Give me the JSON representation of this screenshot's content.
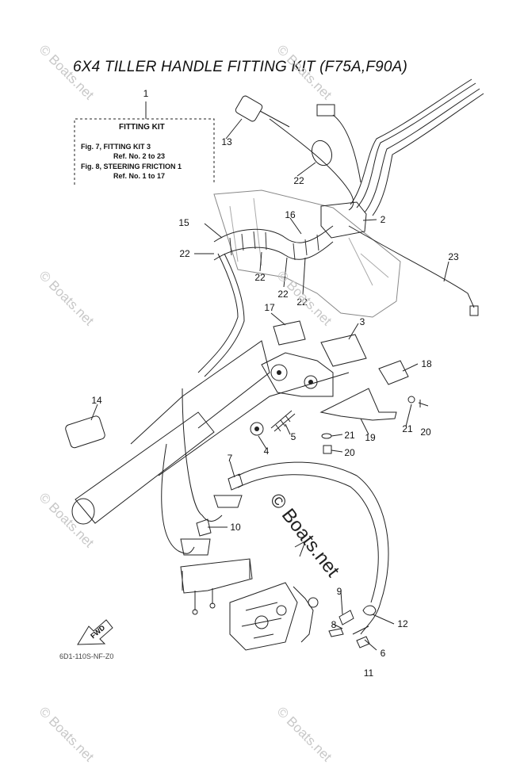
{
  "title": "6X4 TILLER HANDLE FITTING KIT (F75A,F90A)",
  "fitting_kit": {
    "heading": "FITTING KIT",
    "lines": [
      "Fig. 7, FITTING KIT 3",
      "Ref. No. 2 to 23",
      "Fig. 8, STEERING FRICTION 1",
      "Ref. No. 1 to 17"
    ]
  },
  "callouts": [
    "1",
    "2",
    "3",
    "4",
    "5",
    "6",
    "7",
    "8",
    "9",
    "10",
    "11",
    "12",
    "13",
    "14",
    "15",
    "16",
    "17",
    "18",
    "19",
    "20",
    "20",
    "21",
    "21",
    "22",
    "22",
    "22",
    "22",
    "22",
    "23"
  ],
  "watermark": "© Boats.net",
  "big_watermark": "© Boats.net",
  "fwd_label": "FWD",
  "drawing_code": "6D1-110S-NF-Z0"
}
